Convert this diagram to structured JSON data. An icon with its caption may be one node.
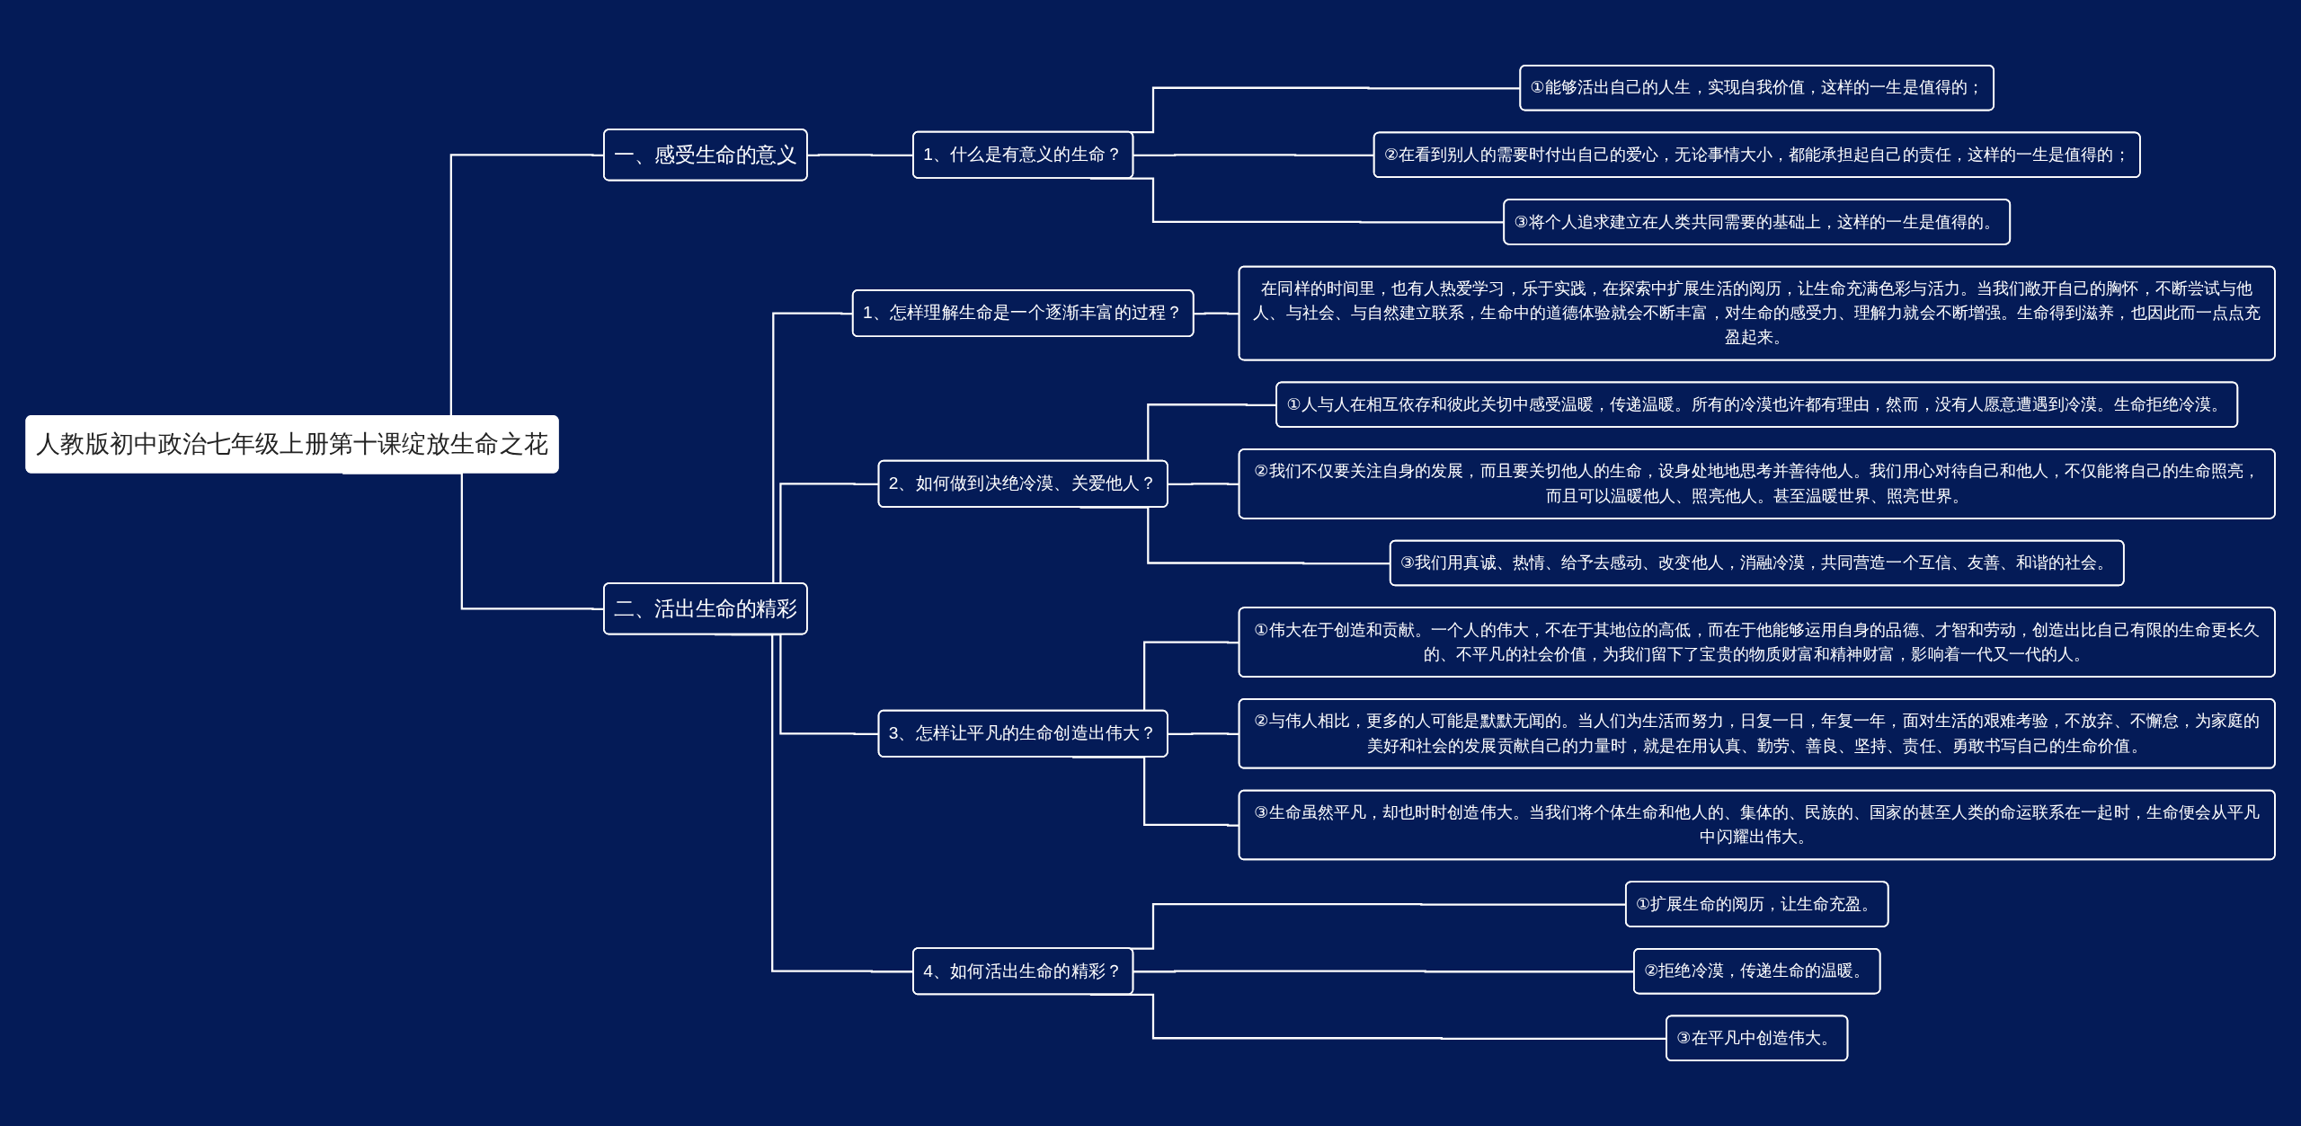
{
  "diagram": {
    "nodes": [
      {
        "text": [
          "人教版初中政治七年级上册第十课绽放生命之花"
        ]
      },
      {
        "text": [
          "一、感受生命的意义"
        ]
      },
      {
        "text": [
          "1、什么是有意义的生命？"
        ]
      },
      {
        "text": [
          "①能够活出自己的人生，实现自我价值，这样的一生是值得的；"
        ]
      },
      {
        "text": [
          "②在看到别人的需要时付出自己的爱心，无论事情大小，都能承担起自己的责任，这样的一生是值得的；"
        ]
      },
      {
        "text": [
          "③将个人追求建立在人类共同需要的基础上，这样的一生是值得的。"
        ]
      },
      {
        "text": [
          "二、活出生命的精彩"
        ]
      },
      {
        "text": [
          "1、怎样理解生命是一个逐渐丰富的过程？"
        ]
      },
      {
        "text": [
          "在同样的时间里，也有人热爱学习，乐于实践，在探索中扩展生活的阅历，让生命充满色彩与活力。当我们敞开自己的胸怀，不断尝试与他人、与社会、与自然建立联系，生命中的道德体验就会不断丰富，对生命的感受力、理解力就会不断增强。生命得到滋养，也因此而一点点充盈起来。"
        ]
      },
      {
        "text": [
          "2、如何做到决绝冷漠、关爱他人？"
        ]
      },
      {
        "text": [
          "①人与人在相互依存和彼此关切中感受温暖，传递温暖。所有的冷漠也许都有理由，然而，没有人愿意遭遇到冷漠。生命拒绝冷漠。"
        ]
      },
      {
        "text": [
          "②我们不仅要关注自身的发展，而且要关切他人的生命，设身处地地思考并善待他人。我们用心对待自己和他人，不仅能将自己的生命照亮，而且可以温暖他人、照亮他人。甚至温暖世界、照亮世界。"
        ]
      },
      {
        "text": [
          "③我们用真诚、热情、给予去感动、改变他人，消融冷漠，共同营造一个互信、友善、和谐的社会。"
        ]
      },
      {
        "text": [
          "3、怎样让平凡的生命创造出伟大？"
        ]
      },
      {
        "text": [
          "①伟大在于创造和贡献。一个人的伟大，不在于其地位的高低，而在于他能够运用自身的品德、才智和劳动，创造出比自己有限的生命更长久的、不平凡的社会价值，为我们留下了宝贵的物质财富和精神财富，影响着一代又一代的人。"
        ]
      },
      {
        "text": [
          "②与伟人相比，更多的人可能是默默无闻的。当人们为生活而努力，日复一日，年复一年，面对生活的艰难考验，不放弃、不懈怠，为家庭的美好和社会的发展贡献自己的力量时，就是在用认真、勤劳、善良、坚持、责任、勇敢书写自己的生命价值。"
        ]
      },
      {
        "text": [
          "③生命虽然平凡，却也时时创造伟大。当我们将个体生命和他人的、集体的、民族的、国家的甚至人类的命运联系在一起时，生命便会从平凡中闪耀出伟大。"
        ]
      },
      {
        "text": [
          "4、如何活出生命的精彩？"
        ]
      },
      {
        "text": [
          "①扩展生命的阅历，让生命充盈。"
        ]
      },
      {
        "text": [
          "②拒绝冷漠，传递生命的温暖。"
        ]
      },
      {
        "text": [
          "③在平凡中创造伟大。"
        ]
      }
    ],
    "edges": [
      {
        "from": 0,
        "to": 1,
        "arrow": "none"
      },
      {
        "from": 1,
        "to": 2,
        "arrow": "none"
      },
      {
        "from": 2,
        "to": 3,
        "arrow": "none"
      },
      {
        "from": 2,
        "to": 4,
        "arrow": "none"
      },
      {
        "from": 2,
        "to": 5,
        "arrow": "none"
      },
      {
        "from": 0,
        "to": 6,
        "arrow": "none"
      },
      {
        "from": 6,
        "to": 7,
        "arrow": "none"
      },
      {
        "from": 7,
        "to": 8,
        "arrow": "none"
      },
      {
        "from": 6,
        "to": 9,
        "arrow": "none"
      },
      {
        "from": 9,
        "to": 10,
        "arrow": "none"
      },
      {
        "from": 9,
        "to": 11,
        "arrow": "none"
      },
      {
        "from": 9,
        "to": 12,
        "arrow": "none"
      },
      {
        "from": 6,
        "to": 13,
        "arrow": "none"
      },
      {
        "from": 13,
        "to": 14,
        "arrow": "none"
      },
      {
        "from": 13,
        "to": 15,
        "arrow": "none"
      },
      {
        "from": 13,
        "to": 16,
        "arrow": "none"
      },
      {
        "from": 6,
        "to": 17,
        "arrow": "none"
      },
      {
        "from": 17,
        "to": 18,
        "arrow": "none"
      },
      {
        "from": 17,
        "to": 19,
        "arrow": "none"
      },
      {
        "from": 17,
        "to": 20,
        "arrow": "none"
      }
    ]
  }
}
